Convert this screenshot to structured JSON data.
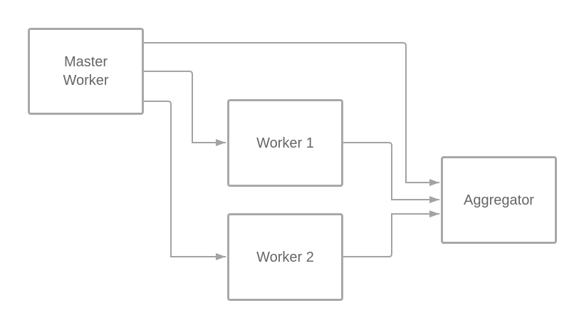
{
  "diagram": {
    "nodes": {
      "master": {
        "label": "Master\nWorker"
      },
      "worker1": {
        "label": "Worker 1"
      },
      "worker2": {
        "label": "Worker 2"
      },
      "aggregator": {
        "label": "Aggregator"
      }
    },
    "edges": [
      {
        "from": "master",
        "to": "aggregator"
      },
      {
        "from": "master",
        "to": "worker1"
      },
      {
        "from": "master",
        "to": "worker2"
      },
      {
        "from": "worker1",
        "to": "aggregator"
      },
      {
        "from": "worker2",
        "to": "aggregator"
      }
    ],
    "colors": {
      "line": "#a3a3a3",
      "border": "#a8a8a8",
      "text": "#666666"
    }
  }
}
